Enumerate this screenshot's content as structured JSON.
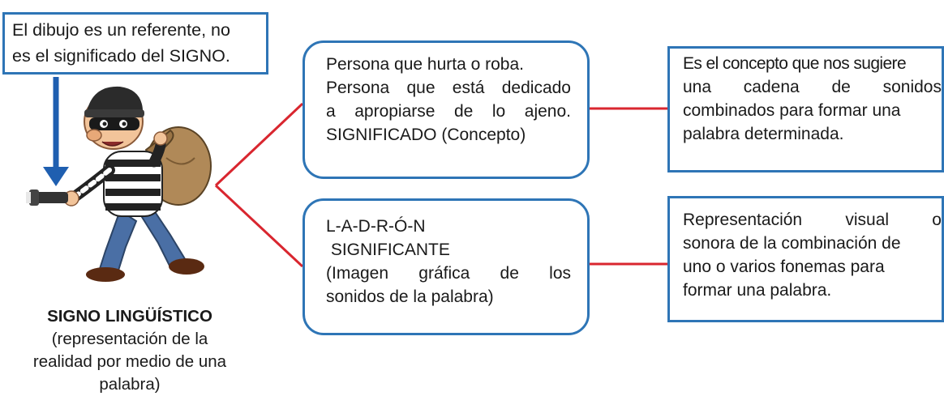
{
  "note": {
    "lines": [
      "El dibujo es un referente, no",
      "es el significado del SIGNO."
    ]
  },
  "significado": {
    "lines": [
      "Persona que hurta o roba.",
      "Persona que está dedicado",
      "a apropiarse de lo ajeno.",
      "SIGNIFICADO (Concepto)"
    ]
  },
  "significante": {
    "lines": [
      "L-A-D-R-Ó-N",
      " SIGNIFICANTE",
      "(Imagen gráfica de los",
      "sonidos de la palabra)"
    ]
  },
  "concept_definition": {
    "lines": [
      "Es el concepto que nos sugiere",
      "una cadena de sonidos",
      "combinados para formar una",
      "palabra determinada."
    ]
  },
  "signifier_definition": {
    "lines": [
      "Representación visual o",
      "sonora de la combinación de",
      "uno o varios fonemas para",
      "formar una palabra."
    ]
  },
  "caption": {
    "title": "SIGNO LINGÜÍSTICO",
    "lines": [
      "(representación de la",
      "realidad por medio de una",
      "palabra)"
    ]
  },
  "colors": {
    "box_border": "#2e75b6",
    "connector": "#d9262f",
    "arrow": "#1f5fb0"
  },
  "icons": {
    "figure": "thief-with-sack-and-flashlight",
    "arrow": "down-arrow-icon"
  }
}
